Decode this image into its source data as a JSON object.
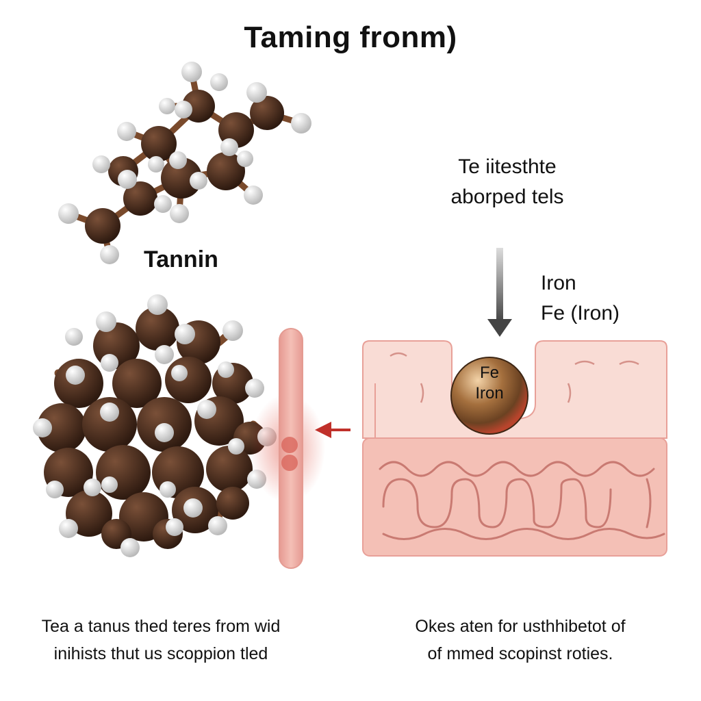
{
  "title": "Taming fronm)",
  "tannin_label": "Tannin",
  "absorption_label": {
    "line1": "Te iitesthte",
    "line2": "aborped tels"
  },
  "iron_label": {
    "line1": "Iron",
    "line2": "Fe (Iron)"
  },
  "iron_ball": {
    "line1": "Fe",
    "line2": "Iron"
  },
  "caption_left": {
    "line1": "Tea a tanus thed teres from wid",
    "line2": "inihists thut us scoppion tled"
  },
  "caption_right": {
    "line1": "Okes aten for usthhibetot of",
    "line2": "of mmed scopinst roties."
  },
  "colors": {
    "molecule_brown": "#4a2e1e",
    "bond_brown": "#7a4a2c",
    "hydrogen_white": "#f0f0f0",
    "tissue_pink": "#f4c8c0",
    "tissue_border": "#e8a098",
    "villi_red": "#c97a72",
    "arrow_red": "#c0302a",
    "arrow_gray": "#555555",
    "iron_bronze": "#8a5a2e"
  },
  "icons": {
    "small_molecule": "tannin-molecule-icon",
    "cluster": "tannin-cluster-icon",
    "iron_ball": "iron-atom-icon",
    "down_arrow": "arrow-down-icon",
    "left_arrow": "arrow-left-icon"
  }
}
